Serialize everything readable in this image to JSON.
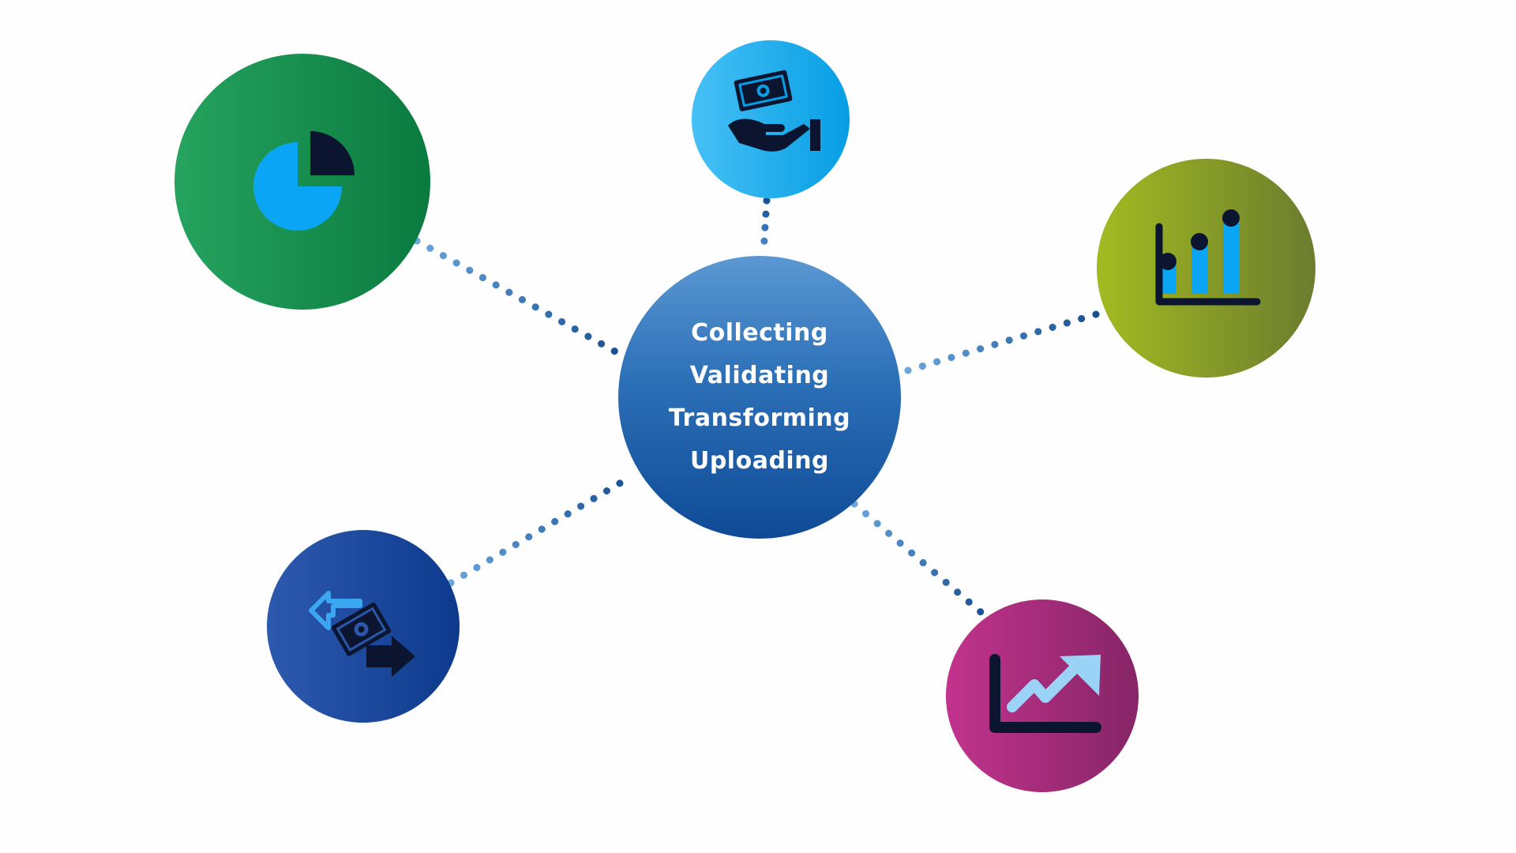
{
  "hub": {
    "steps": [
      "Collecting",
      "Validating",
      "Transforming",
      "Uploading"
    ]
  },
  "satellites": [
    {
      "name": "pie-chart",
      "icon": "pie-chart-icon",
      "color_start": "#26a35f",
      "color_end": "#0a7a3e"
    },
    {
      "name": "money-in-hand",
      "icon": "money-hand-icon",
      "color_start": "#46c0f5",
      "color_end": "#069ee4"
    },
    {
      "name": "bar-chart",
      "icon": "bar-chart-icon",
      "color_start": "#a3bb21",
      "color_end": "#6b7c2e"
    },
    {
      "name": "money-transfer",
      "icon": "money-transfer-icon",
      "color_start": "#2d5aae",
      "color_end": "#0e3a8e"
    },
    {
      "name": "growth-chart",
      "icon": "growth-chart-icon",
      "color_start": "#c2338d",
      "color_end": "#862567"
    }
  ],
  "colors": {
    "connector_start": "#6aa6dc",
    "connector_end": "#174f93",
    "icon_dark": "#0b1530",
    "icon_light": "#0aa6f5"
  }
}
